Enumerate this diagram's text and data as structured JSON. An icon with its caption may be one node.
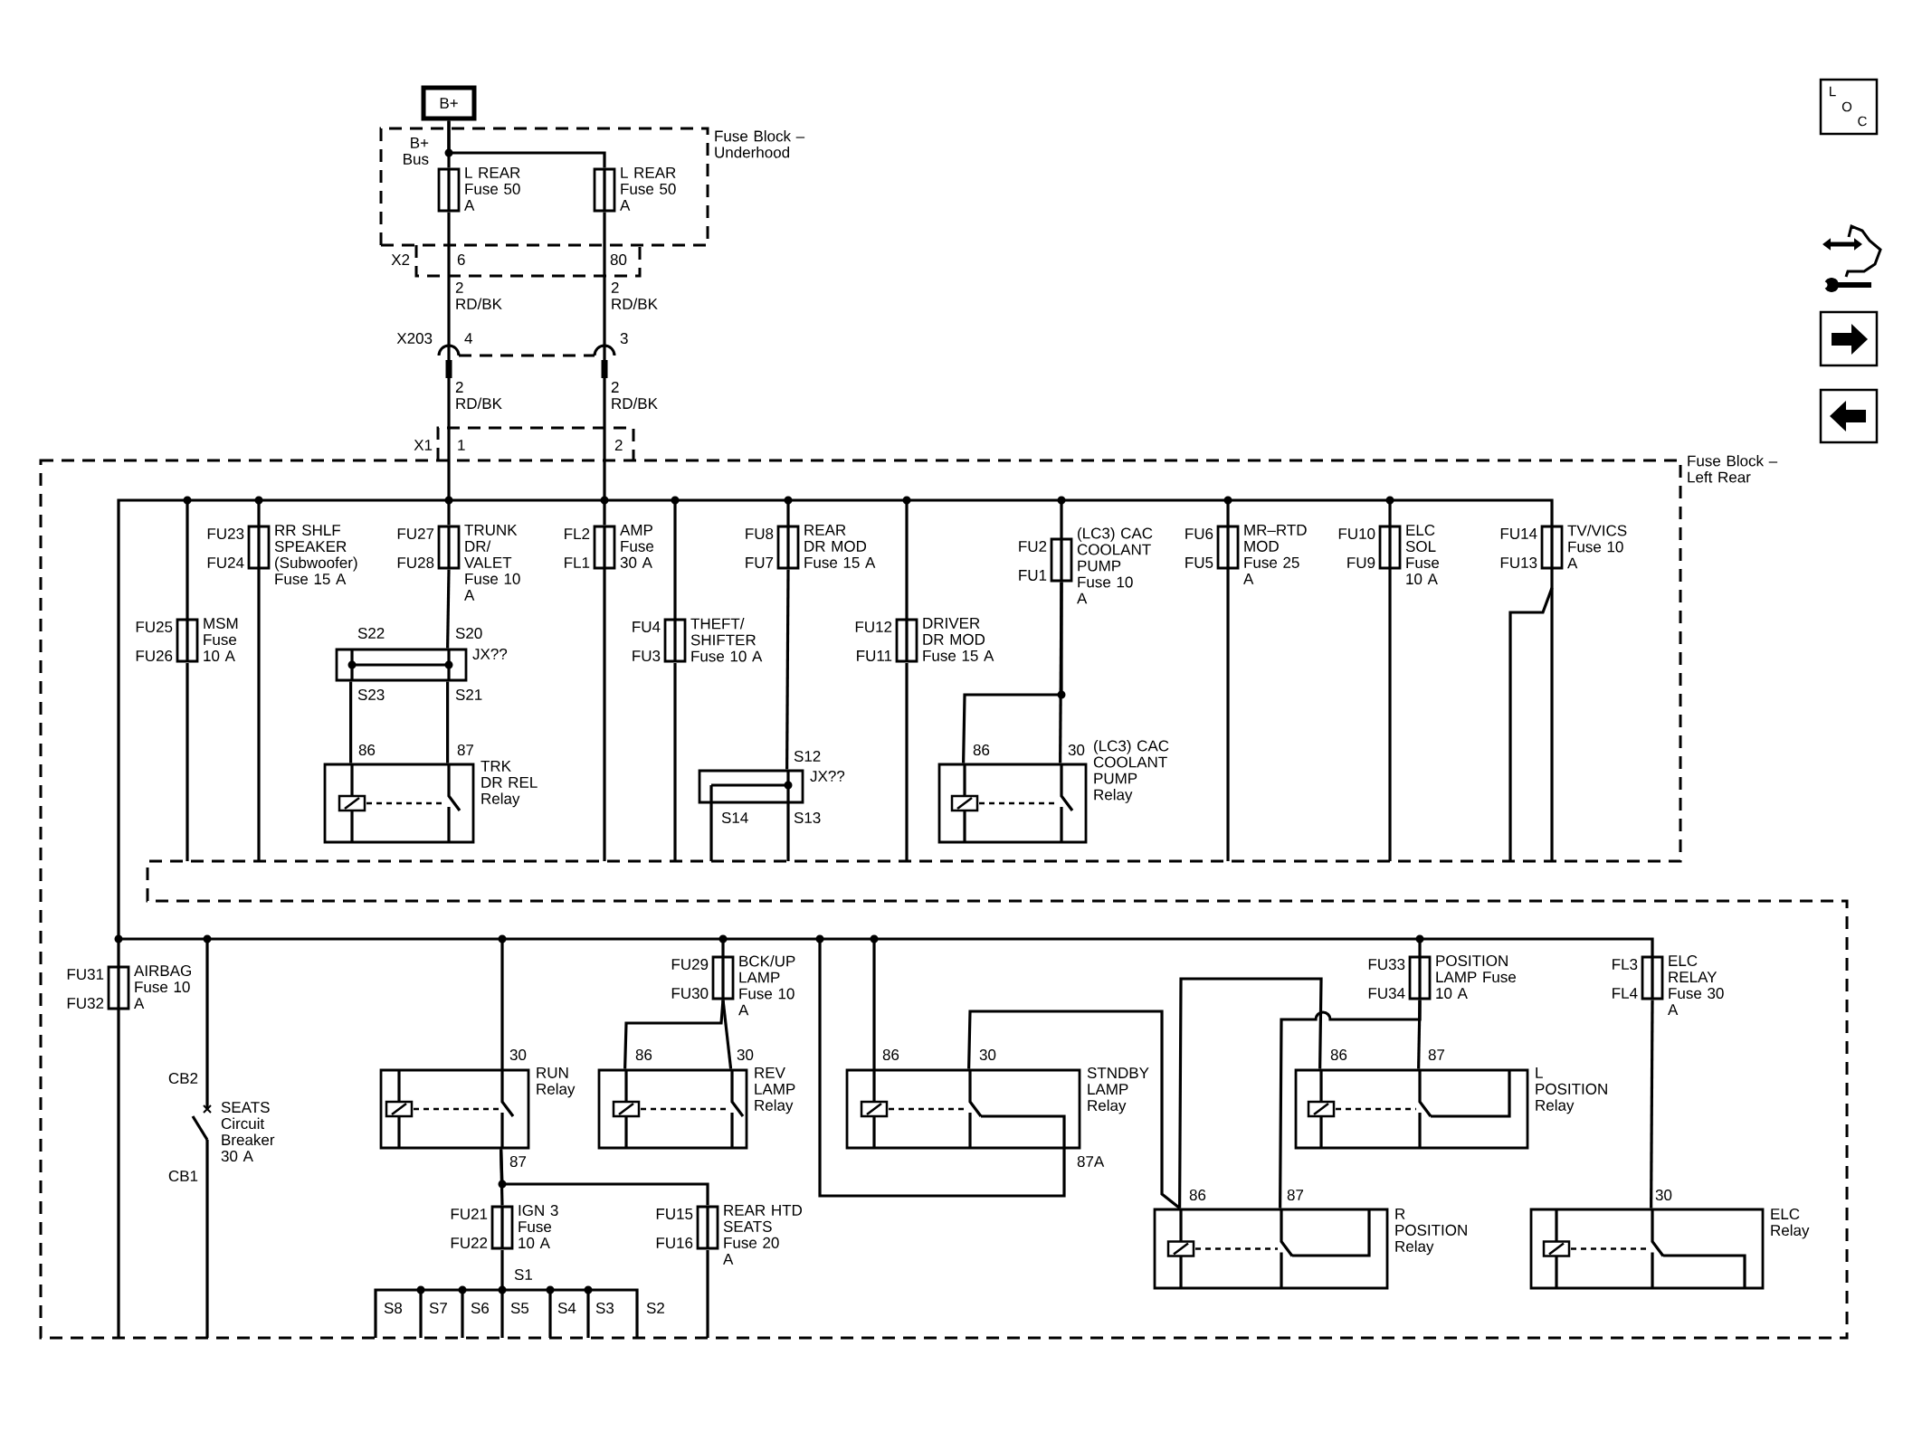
{
  "diagram": {
    "nodes": [
      {
        "text": [
          "B+"
        ]
      },
      {
        "text": [
          "Fuse Block – Underhood"
        ]
      },
      {
        "text": [
          "L REAR Fuse 50 A"
        ],
        "in": 1
      },
      {
        "text": [
          "L REAR Fuse 50 A"
        ],
        "in": 1
      },
      {
        "text": [
          "Fuse Block – Left Rear"
        ]
      },
      {
        "text": [
          "RR SHLF SPEAKER (Subwoofer) Fuse 15 A"
        ],
        "beside": [
          "FU23",
          "FU24"
        ],
        "in": 4
      },
      {
        "text": [
          "MSM Fuse 10 A"
        ],
        "beside": [
          "FU25",
          "FU26"
        ],
        "in": 4
      },
      {
        "text": [
          "TRUNK DR/ VALET Fuse 10 A"
        ],
        "beside": [
          "FU27",
          "FU28"
        ],
        "in": 4
      },
      {
        "text": [
          "JX??"
        ],
        "beside": [
          "S22",
          "S20",
          "S23",
          "S21"
        ],
        "in": 4
      },
      {
        "text": [
          "TRK DR REL Relay"
        ],
        "beside": [
          "86",
          "87"
        ],
        "in": 4
      },
      {
        "text": [
          "AMP Fuse 30 A"
        ],
        "beside": [
          "FL2",
          "FL1"
        ],
        "in": 4
      },
      {
        "text": [
          "THEFT/ SHIFTER Fuse 10 A"
        ],
        "beside": [
          "FU4",
          "FU3"
        ],
        "in": 4
      },
      {
        "text": [
          "REAR DR MOD Fuse 15 A"
        ],
        "beside": [
          "FU8",
          "FU7"
        ],
        "in": 4
      },
      {
        "text": [
          "JX??"
        ],
        "beside": [
          "S12",
          "S14",
          "S13"
        ],
        "in": 4
      },
      {
        "text": [
          "DRIVER DR MOD Fuse 15 A"
        ],
        "beside": [
          "FU12",
          "FU11"
        ],
        "in": 4
      },
      {
        "text": [
          "(LC3) CAC COOLANT PUMP Fuse 10 A"
        ],
        "beside": [
          "FU2",
          "FU1"
        ],
        "in": 4
      },
      {
        "text": [
          "(LC3) CAC COOLANT PUMP Relay"
        ],
        "beside": [
          "86",
          "30"
        ],
        "in": 4
      },
      {
        "text": [
          "MR–RTD MOD Fuse 25 A"
        ],
        "beside": [
          "FU6",
          "FU5"
        ],
        "in": 4
      },
      {
        "text": [
          "ELC SOL Fuse 10 A"
        ],
        "beside": [
          "FU10",
          "FU9"
        ],
        "in": 4
      },
      {
        "text": [
          "TV/VICS Fuse 10 A"
        ],
        "beside": [
          "FU14",
          "FU13"
        ],
        "in": 4
      },
      {
        "text": [
          "AIRBAG Fuse 10 A"
        ],
        "beside": [
          "FU31",
          "FU32"
        ],
        "in": 4
      },
      {
        "text": [
          "SEATS Circuit Breaker 30 A"
        ],
        "in": 4
      },
      {
        "text": [
          "RUN Relay"
        ],
        "beside": [
          "30",
          "87"
        ],
        "in": 4
      },
      {
        "text": [
          "BCK/UP LAMP Fuse 10 A"
        ],
        "beside": [
          "FU29",
          "FU30"
        ],
        "in": 4
      },
      {
        "text": [
          "REV LAMP Relay"
        ],
        "beside": [
          "86",
          "30"
        ],
        "in": 4
      },
      {
        "text": [
          "IGN 3 Fuse 10 A"
        ],
        "beside": [
          "FU21",
          "FU22"
        ],
        "in": 4
      },
      {
        "text": [
          "REAR HTD SEATS Fuse 20 A"
        ],
        "beside": [
          "FU15",
          "FU16"
        ],
        "in": 4
      },
      {
        "text": [
          "STNDBY LAMP Relay"
        ],
        "beside": [
          "86",
          "30",
          "87A"
        ],
        "in": 4
      },
      {
        "text": [
          "POSITION LAMP Fuse 10 A"
        ],
        "beside": [
          "FU33",
          "FU34"
        ],
        "in": 4
      },
      {
        "text": [
          "L POSITION Relay"
        ],
        "beside": [
          "86",
          "87"
        ],
        "in": 4
      },
      {
        "text": [
          "R POSITION Relay"
        ],
        "beside": [
          "86",
          "87"
        ],
        "in": 4
      },
      {
        "text": [
          "ELC RELAY Fuse 30 A"
        ],
        "beside": [
          "FL3",
          "FL4"
        ],
        "in": 4
      },
      {
        "text": [
          "ELC Relay"
        ],
        "beside": [
          "30"
        ],
        "in": 4
      }
    ],
    "edges": [
      {
        "from": 0,
        "to": 2,
        "arrow": "none"
      },
      {
        "from": 0,
        "to": 3,
        "arrow": "none"
      },
      {
        "from": 2,
        "to": 7,
        "arrow": "none"
      },
      {
        "from": 3,
        "to": 10,
        "arrow": "none"
      },
      {
        "from": 7,
        "to": 8,
        "arrow": "none"
      },
      {
        "from": 8,
        "to": 9,
        "arrow": "none"
      },
      {
        "from": 8,
        "to": 9,
        "arrow": "none"
      },
      {
        "from": 12,
        "to": 13,
        "arrow": "none"
      },
      {
        "from": 15,
        "to": 16,
        "arrow": "none"
      },
      {
        "from": 15,
        "to": 16,
        "arrow": "none"
      },
      {
        "from": 23,
        "to": 24,
        "arrow": "none"
      },
      {
        "from": 23,
        "to": 24,
        "arrow": "none"
      },
      {
        "from": 22,
        "to": 25,
        "arrow": "none"
      },
      {
        "from": 22,
        "to": 26,
        "arrow": "none"
      },
      {
        "from": 27,
        "to": 30,
        "arrow": "none"
      },
      {
        "from": 30,
        "to": 29,
        "arrow": "none"
      },
      {
        "from": 28,
        "to": 29,
        "arrow": "none"
      },
      {
        "from": 28,
        "to": 30,
        "arrow": "none"
      },
      {
        "from": 31,
        "to": 32,
        "arrow": "none"
      }
    ],
    "labels": [
      "B+ Bus",
      "X2",
      "6",
      "80",
      "2 RD/BK",
      "2 RD/BK",
      "X203",
      "4",
      "3",
      "2 RD/BK",
      "2 RD/BK",
      "X1",
      "1",
      "2",
      "CB2",
      "CB1",
      "S1",
      "S8",
      "S7",
      "S6",
      "S5",
      "S4",
      "S3",
      "S2",
      "L",
      "O",
      "C"
    ]
  }
}
